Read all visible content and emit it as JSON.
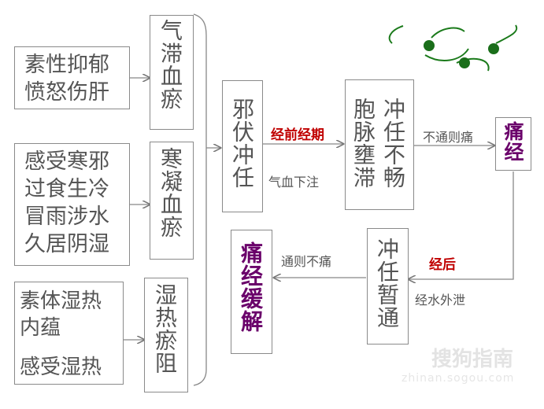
{
  "causes": [
    {
      "lines": [
        "素性抑郁",
        "愤怒伤肝"
      ]
    },
    {
      "lines": [
        "感受寒邪",
        "过食生冷",
        "冒雨涉水",
        "久居阴湿"
      ]
    },
    {
      "lines": [
        "素体湿热",
        "内蕴",
        "感受湿热"
      ]
    }
  ],
  "mechanisms": [
    "气滞血瘀",
    "寒凝血瘀",
    "湿热瘀阻"
  ],
  "center": "邪伏冲任",
  "arrow1_top": "经前经期",
  "arrow1_bottom": "气血下注",
  "result1": [
    "冲任不畅",
    "胞脉壅滞"
  ],
  "arrow2_label": "不通则痛",
  "outcome1": "痛经",
  "after_label": "经后",
  "after_sub": "经水外泄",
  "result2": "冲任暂通",
  "arrow3_label": "通则不痛",
  "outcome2": "痛经缓解",
  "watermark": {
    "brand": "搜狗指南",
    "url": "zhinan.sogou.com"
  },
  "colors": {
    "red": "#c00000",
    "purple": "#6a006a",
    "border": "#8a8a8a",
    "text": "#555555"
  }
}
